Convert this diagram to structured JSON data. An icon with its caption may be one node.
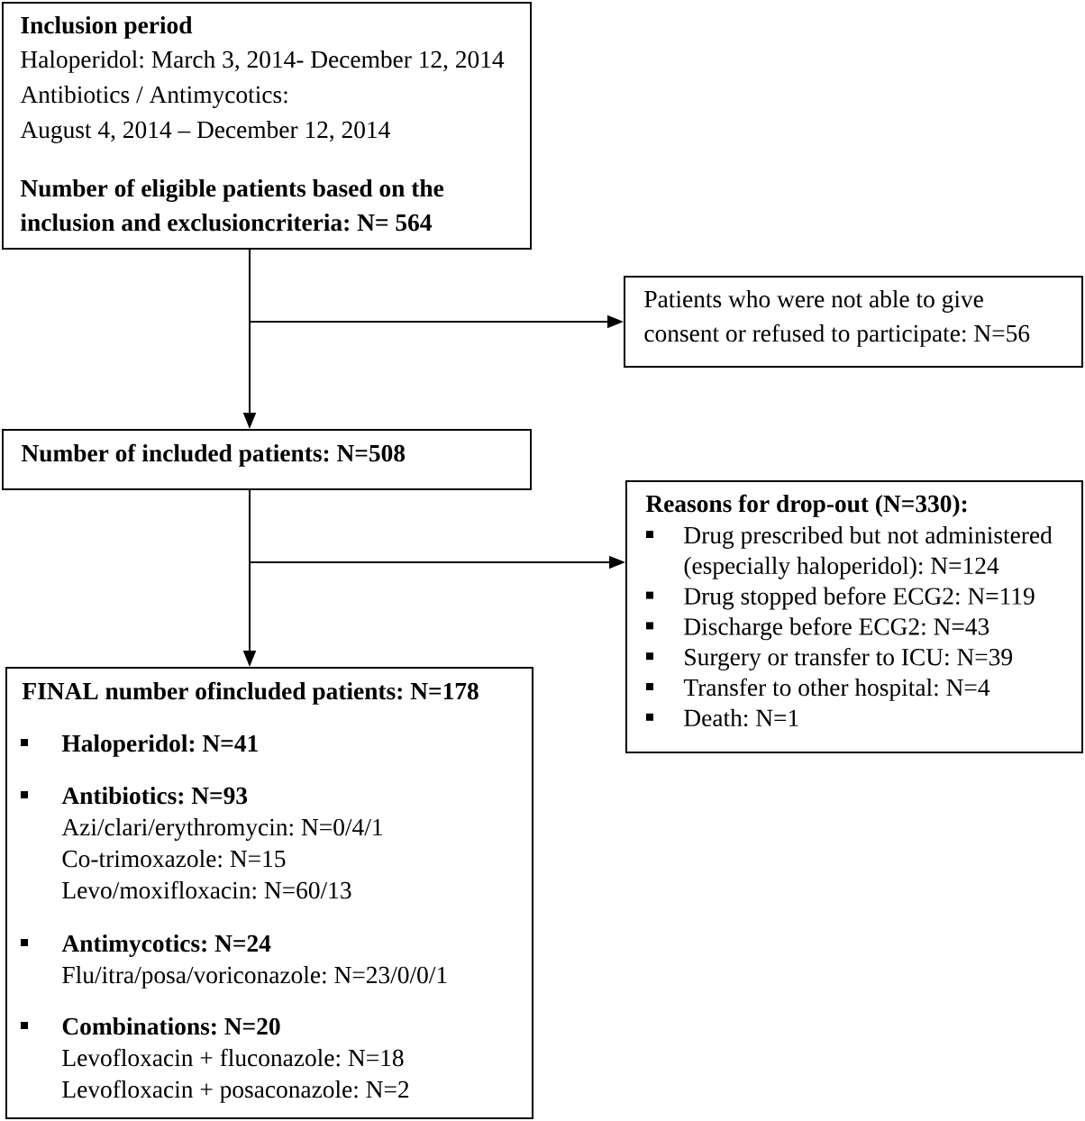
{
  "diagram": {
    "nodes": [
      {
        "text": [
          "Inclusion period",
          "Haloperidol: March 3, 2014- December 12, 2014",
          "Antibiotics / Antimycotics:",
          "August 4, 2014 – December 12, 2014",
          "Number of eligible patients based on the inclusion and exclusioncriteria: N= 564"
        ]
      },
      {
        "text": [
          "Patients who were not able to give consent or refused to participate: N=56"
        ]
      },
      {
        "text": [
          "Number of included patients: N=508"
        ]
      },
      {
        "text": [
          "Reasons for drop-out (N=330):",
          "Drug prescribed but not administered (especially haloperidol): N=124",
          "Drug stopped before ECG2: N=119",
          "Discharge before ECG2: N=43",
          "Surgery or transfer to ICU: N=39",
          "Transfer to other hospital: N=4",
          "Death: N=1"
        ]
      },
      {
        "text": [
          "FINAL number ofincluded patients: N=178",
          "Haloperidol: N=41",
          "Antibiotics: N=93",
          "Azi/clari/erythromycin: N=0/4/1",
          "Co-trimoxazole: N=15",
          "Levo/moxifloxacin: N=60/13",
          "Antimycotics: N=24",
          "Flu/itra/posa/voriconazole: N=23/0/0/1",
          "Combinations: N=20",
          "Levofloxacin + fluconazole: N=18",
          "Levofloxacin + posaconazole: N=2"
        ]
      }
    ],
    "edges": [
      {
        "from": 0,
        "to": 2,
        "arrow": "to"
      },
      {
        "from": 0,
        "to": 1,
        "arrow": "to"
      },
      {
        "from": 2,
        "to": 4,
        "arrow": "to"
      },
      {
        "from": 2,
        "to": 3,
        "arrow": "to"
      }
    ]
  }
}
